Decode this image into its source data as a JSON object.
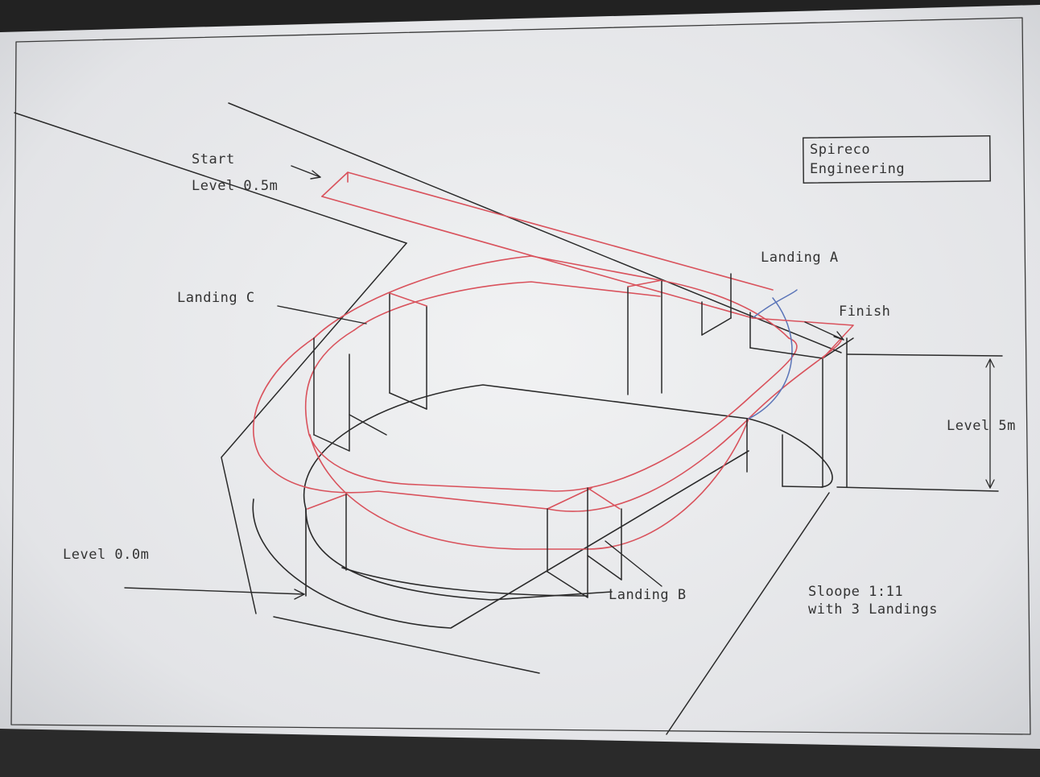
{
  "title_block": {
    "line1": "Spireco",
    "line2": "Engineering"
  },
  "labels": {
    "start": "Start",
    "start_level": "Level 0.5m",
    "landing_a": "Landing A",
    "landing_b": "Landing B",
    "landing_c": "Landing C",
    "finish": "Finish",
    "level_top": "Level 5m",
    "level_ground": "Level 0.0m",
    "slope_line1": "Sloope 1:11",
    "slope_line2": "with 3 Landings"
  },
  "colors": {
    "paper": "#e9eaec",
    "paper_shadow": "#d2d4d8",
    "ink_black": "#2a2a2a",
    "ink_red": "#d9525c",
    "ink_blue": "#5a74b8",
    "background": "#1c1c1c"
  }
}
